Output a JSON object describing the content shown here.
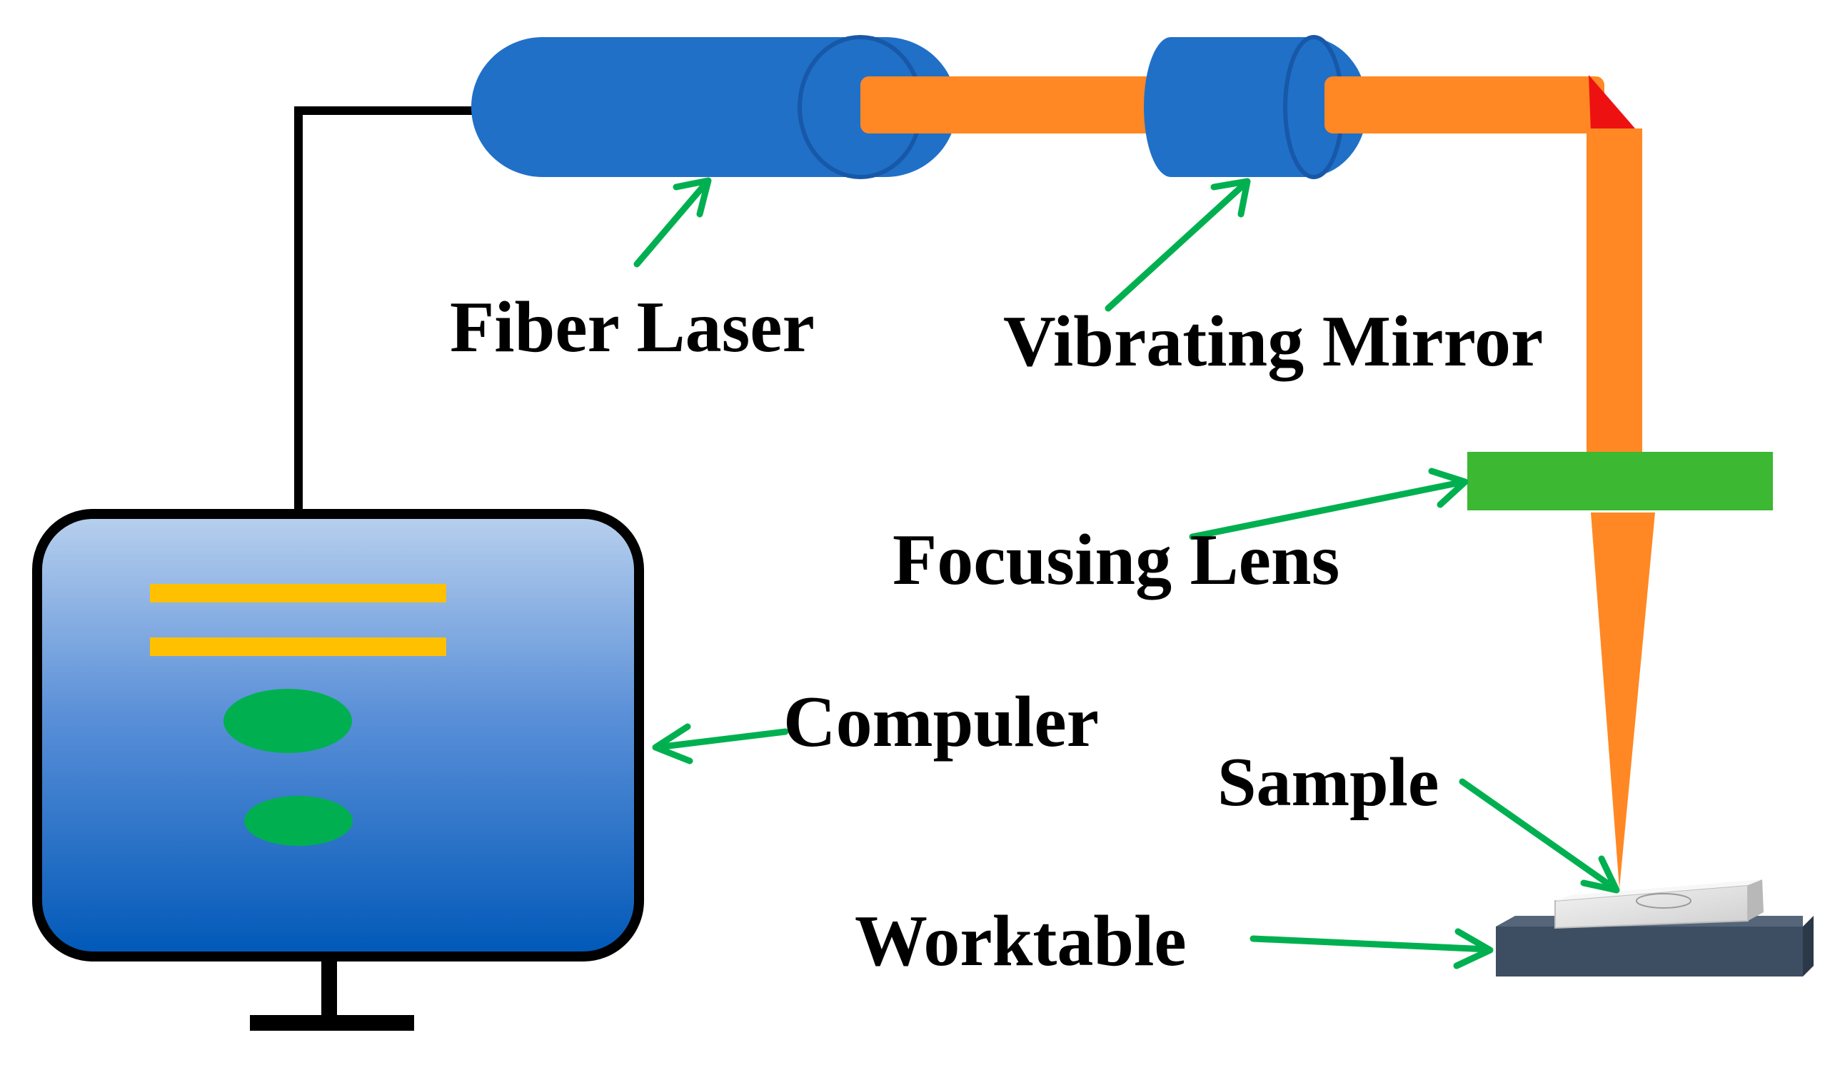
{
  "labels": {
    "fiber_laser": "Fiber Laser",
    "vibrating_mirror": "Vibrating Mirror",
    "focusing_lens": "Focusing Lens",
    "computer": "Compuler",
    "sample": "Sample",
    "worktable": "Worktable"
  },
  "colors": {
    "laser_body": "#2070C8",
    "laser_body_dark": "#1858A8",
    "beam": "#FF8824",
    "mirror_tip": "#EE1111",
    "lens": "#3CB832",
    "arrow": "#00B050",
    "screen_top": "#B8D0EE",
    "screen_bottom": "#0058B8",
    "screen_lines": "#FFC000",
    "screen_ovals": "#00B050",
    "worktable": "#3E4E62",
    "sample": "#E4E4E4",
    "cable": "#000000"
  }
}
